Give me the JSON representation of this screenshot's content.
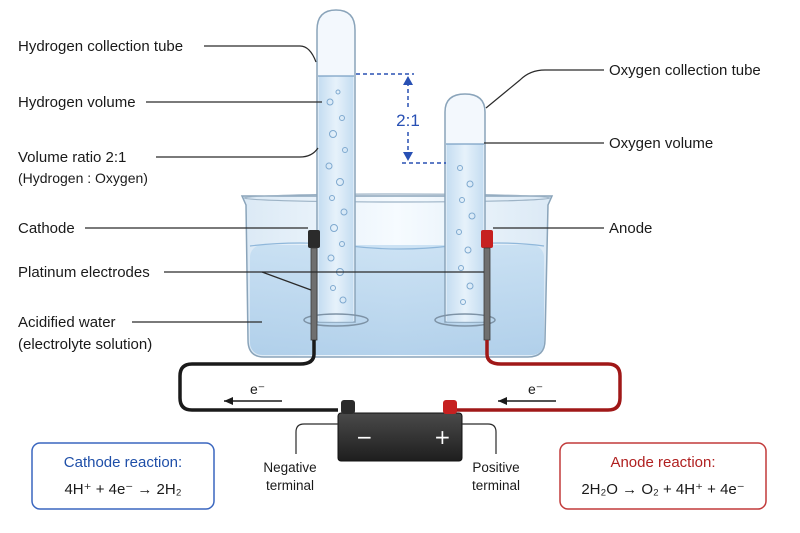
{
  "colors": {
    "cathode_accent": "#1f4fa8",
    "anode_accent": "#b02020",
    "ratio_marker": "#2850b4",
    "water": "#cfe4f3",
    "glass": "#eef5fb"
  },
  "labels": {
    "hydrogen_tube": "Hydrogen collection tube",
    "hydrogen_volume": "Hydrogen volume",
    "ratio_line1": "Volume ratio 2:1",
    "ratio_line2": "(Hydrogen : Oxygen)",
    "cathode": "Cathode",
    "platinum": "Platinum electrodes",
    "water_line1": "Acidified water",
    "water_line2": "(electrolyte solution)",
    "oxygen_tube": "Oxygen collection tube",
    "oxygen_volume": "Oxygen volume",
    "anode": "Anode"
  },
  "ratio_marker_text": "2:1",
  "electron_flow": {
    "left_label": "e⁻",
    "right_label": "e⁻"
  },
  "battery": {
    "negative_sign": "−",
    "positive_sign": "+",
    "negative_label_line1": "Negative",
    "negative_label_line2": "terminal",
    "positive_label_line1": "Positive",
    "positive_label_line2": "terminal"
  },
  "reactions": {
    "cathode_title": "Cathode reaction:",
    "cathode_equation": "4H⁺ + 4e⁻ → 2H₂",
    "anode_title": "Anode reaction:",
    "anode_equation": "2H₂O → O₂ + 4H⁺ + 4e⁻"
  }
}
